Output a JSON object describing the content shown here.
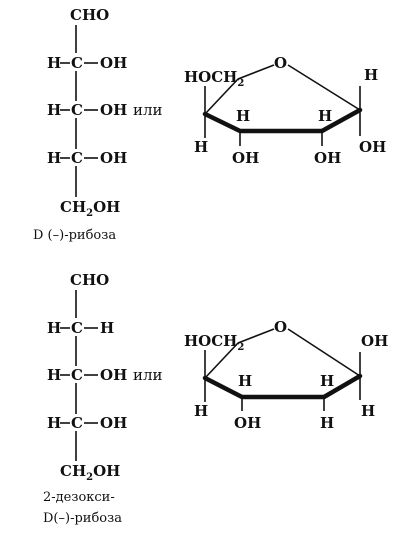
{
  "molecules": [
    {
      "fischer": {
        "top": "CHO",
        "rows": [
          {
            "left": "H",
            "center": "C",
            "right": "OH"
          },
          {
            "left": "H",
            "center": "C",
            "right": "OH"
          },
          {
            "left": "H",
            "center": "C",
            "right": "OH"
          }
        ],
        "bottom": "CH",
        "bottom_sub": "2",
        "bottom_tail": "OH"
      },
      "caption_lines": [
        "D (–)-рибоза"
      ],
      "connector": "или",
      "ring": {
        "oxygen": "O",
        "left_group": "HOCH",
        "left_group_sub": "2",
        "right_top": "H",
        "c4_below": "H",
        "c3_above": "H",
        "c3_below": "OH",
        "c2_above": "H",
        "c2_below": "OH",
        "c1_below": "OH"
      }
    },
    {
      "fischer": {
        "top": "CHO",
        "rows": [
          {
            "left": "H",
            "center": "C",
            "right": "H"
          },
          {
            "left": "H",
            "center": "C",
            "right": "OH"
          },
          {
            "left": "H",
            "center": "C",
            "right": "OH"
          }
        ],
        "bottom": "CH",
        "bottom_sub": "2",
        "bottom_tail": "OH"
      },
      "caption_lines": [
        "2-дезокси-",
        "D(–)-рибоза"
      ],
      "connector": "или",
      "ring": {
        "oxygen": "O",
        "left_group": "HOCH",
        "left_group_sub": "2",
        "right_top": "OH",
        "c4_below": "H",
        "c3_above": "H",
        "c3_below": "OH",
        "c2_above": "H",
        "c2_below": "H",
        "c1_below": "H"
      }
    }
  ]
}
